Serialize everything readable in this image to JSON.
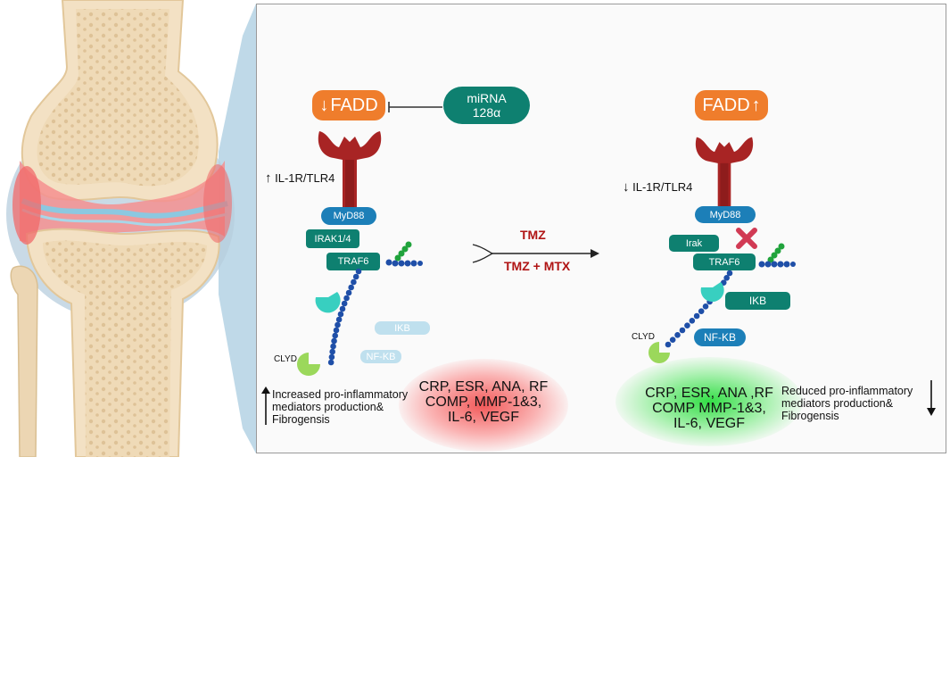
{
  "left_pathway": {
    "fadd_label": "FADD",
    "mirna_line1": "miRNA",
    "mirna_line2": "128α",
    "receptor_label": "IL-1R/TLR4",
    "myd88": "MyD88",
    "irak": "IRAK1/4",
    "traf6": "TRAF6",
    "ikb": "IKB",
    "nfkb": "NF-KB",
    "clyd": "CLYD",
    "effect_line1": "Increased pro-inflammatory",
    "effect_line2": "mediators production&",
    "effect_line3": "Fibrogensis",
    "markers_line1": "CRP, ESR, ANA, RF",
    "markers_line2": "COMP, MMP-1&3,",
    "markers_line3": "IL-6, VEGF"
  },
  "treatment": {
    "drug1": "TMZ",
    "drug2": "TMZ + MTX"
  },
  "right_pathway": {
    "fadd_label": "FADD",
    "receptor_label": "IL-1R/TLR4",
    "myd88": "MyD88",
    "irak": "Irak",
    "traf6": "TRAF6",
    "ikb": "IKB",
    "nfkb": "NF-KB",
    "clyd": "CLYD",
    "effect_line1": "Reduced  pro-inflammatory",
    "effect_line2": "mediators production&",
    "effect_line3": "Fibrogensis",
    "markers_line1": "CRP, ESR, ANA ,RF",
    "markers_line2": "COMP MMP-1&3,",
    "markers_line3": "IL-6, VEGF"
  },
  "colors": {
    "fadd": "#ef7d2c",
    "teal": "#0e8070",
    "blue": "#1c7fb8",
    "receptor": "#a82424",
    "treatment_text": "#b01414",
    "inflamed": "#f06060",
    "reduced": "#28dc3c"
  }
}
